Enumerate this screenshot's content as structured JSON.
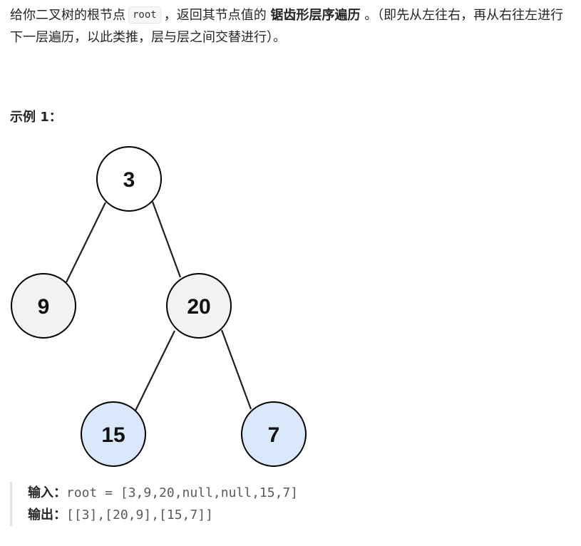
{
  "description": {
    "part1": "给你二叉树的根节点",
    "code": "root",
    "part2": "，返回其节点值的",
    "bold": "锯齿形层序遍历",
    "part3": "。（即先从左往右，再从右往左进行下一层遍历，以此类推，层与层之间交替进行）。"
  },
  "example": {
    "title": "示例 1：",
    "tree": {
      "nodes": [
        "3",
        "9",
        "20",
        "15",
        "7"
      ],
      "colors": {
        "default_fill": "#f2f2f2",
        "highlight_fill": "#dae8fc",
        "stroke": "#000000"
      }
    },
    "input_label": "输入：",
    "input_value": "root = [3,9,20,null,null,15,7]",
    "output_label": "输出：",
    "output_value": "[[3],[20,9],[15,7]]"
  }
}
